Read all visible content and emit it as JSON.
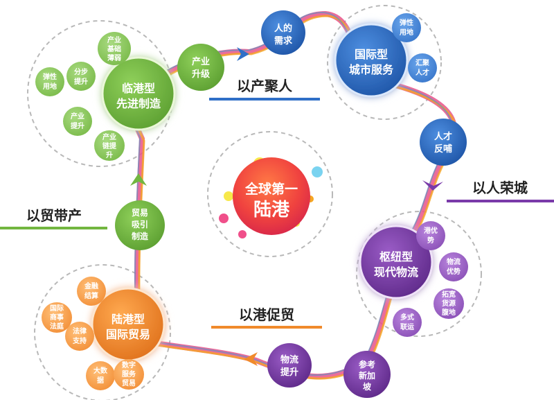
{
  "center": {
    "lines": [
      "全球第一",
      "陆港"
    ]
  },
  "headings": {
    "top": "以产聚人",
    "right": "以人荣城",
    "bottom": "以港促贸",
    "left": "以贸带产"
  },
  "hubs": {
    "manufacturing": {
      "lines": [
        "临港型",
        "先进制造"
      ],
      "satellites": [
        [
          "产业",
          "基础",
          "薄弱"
        ],
        [
          "分步",
          "提升"
        ],
        [
          "弹性",
          "用地"
        ],
        [
          "产业",
          "提升"
        ],
        [
          "产业",
          "链提",
          "升"
        ]
      ]
    },
    "city_services": {
      "lines": [
        "国际型",
        "城市服务"
      ],
      "satellites": [
        [
          "弹性",
          "用地"
        ],
        [
          "汇聚",
          "人才"
        ]
      ]
    },
    "logistics": {
      "lines": [
        "枢纽型",
        "现代物流"
      ],
      "satellites": [
        [
          "港优",
          "势"
        ],
        [
          "物流",
          "优势"
        ],
        [
          "拓宽",
          "货源",
          "腹地"
        ],
        [
          "多式",
          "联运"
        ]
      ]
    },
    "trade": {
      "lines": [
        "陆港型",
        "国际贸易"
      ],
      "satellites": [
        [
          "金融",
          "结算"
        ],
        [
          "国际",
          "商事",
          "法庭"
        ],
        [
          "法律",
          "支持"
        ],
        [
          "大数",
          "据"
        ],
        [
          "数字",
          "服务",
          "贸易"
        ]
      ]
    }
  },
  "links": {
    "industry_upgrade": [
      "产业",
      "升级"
    ],
    "talent_demand": [
      "人的",
      "需求"
    ],
    "talent_return": [
      "人才",
      "反哺"
    ],
    "reference_singapore": [
      "参考",
      "新加",
      "坡"
    ],
    "logistics_upgrade": [
      "物流",
      "提升"
    ],
    "trade_attract": [
      "贸易",
      "吸引",
      "制造"
    ]
  },
  "colors": {
    "green": "#72b640",
    "blue": "#2f6fc7",
    "purple": "#7a3aa9",
    "orange": "#f08a2b",
    "center_red": "#f0433f",
    "ribbon_pink": "#e8528a",
    "dashed": "#b8b8b8"
  },
  "icons": {
    "arrow": "chevron-arrow-icon"
  }
}
